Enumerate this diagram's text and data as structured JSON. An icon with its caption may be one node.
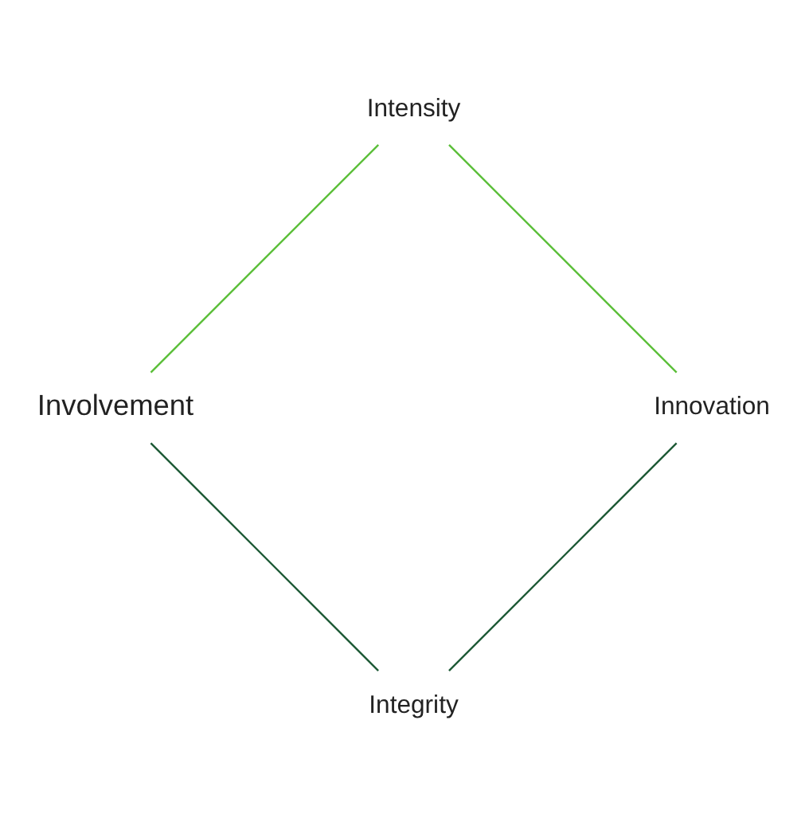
{
  "diagram": {
    "nodes": [
      {
        "text": [
          "Integrity"
        ]
      },
      {
        "text": [
          "Involvement"
        ]
      },
      {
        "text": [
          "Intensity"
        ]
      },
      {
        "text": [
          "Innovation"
        ]
      }
    ],
    "edges": [
      {
        "from": 0,
        "to": 1,
        "arrow": "none",
        "color": "#1e5a36"
      },
      {
        "from": 1,
        "to": 2,
        "arrow": "none",
        "color": "#5cbf3a"
      },
      {
        "from": 2,
        "to": 3,
        "arrow": "none",
        "color": "#5cbf3a"
      },
      {
        "from": 3,
        "to": 0,
        "arrow": "none",
        "color": "#1e5a36"
      }
    ]
  }
}
